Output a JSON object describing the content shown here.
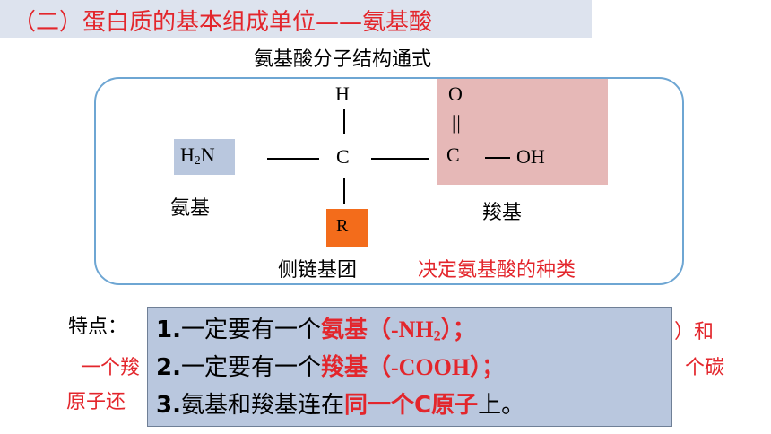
{
  "title": "（二）蛋白质的基本组成单位——氨基酸",
  "subtitle": "氨基酸分子结构通式",
  "structure": {
    "amino_main": "H",
    "amino_sub": "2",
    "amino_tail": "N",
    "carbon": "C",
    "top_h": "H",
    "oxygen": "O",
    "double_bond": "||",
    "carboxyl_c": "C",
    "oh": "OH",
    "r_group": "R",
    "amino_label": "氨基",
    "carboxyl_label": "羧基",
    "side_chain_label": "侧链基团",
    "side_chain_note": "决定氨基酸的种类",
    "colors": {
      "amino_box": "#b9c7de",
      "carboxyl_box": "#e6b8b7",
      "r_box": "#f36c1b",
      "frame": "#6ea6d3"
    }
  },
  "background_note": {
    "line1_prefix": "特点：",
    "line1_tail": "）和",
    "line2_left": "一个羧",
    "line2_right": "个碳",
    "line3_left": "原子还"
  },
  "popup": {
    "line1": {
      "num": "1.",
      "text": "一定要有一个",
      "hl": "氨基（-NH",
      "sub": "2",
      "tail": "）；"
    },
    "line2": {
      "num": "2.",
      "text": "一定要有一个",
      "hl": "羧基（-COOH）；"
    },
    "line3": {
      "num": "3.",
      "text": "氨基和羧基连在",
      "hl": "同一个C原子",
      "tail": "上。"
    }
  }
}
